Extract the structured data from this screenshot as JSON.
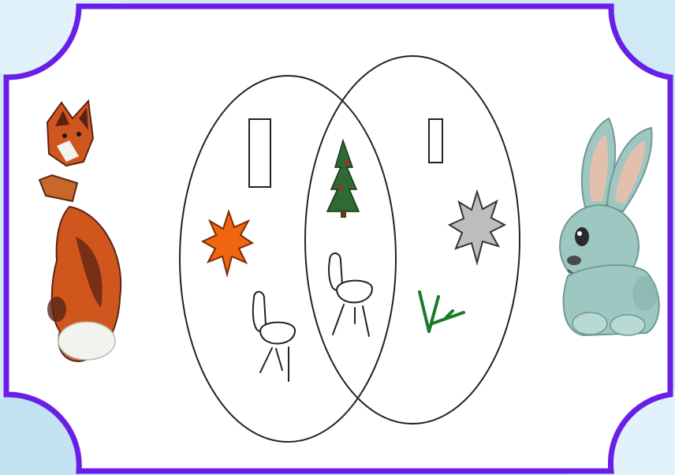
{
  "colors": {
    "background_sky": "#cfe9f6",
    "frame_border": "#6a1fe6",
    "frame_fill": "#ffffff",
    "circle_stroke": "#222222",
    "sun_fill": "#f2650f",
    "sun_stroke": "#7a2a05",
    "star_fill": "#bdbdbd",
    "tree_fill": "#2f6a34",
    "branch_color": "#1b7a2a",
    "fox_fur": "#d0561e",
    "fox_dark": "#5a2414",
    "fox_light": "#f2f2ee",
    "rabbit_fur": "#9fc7c1",
    "rabbit_shade": "#6f9995",
    "rabbit_ear_inner": "#e3c0ad"
  },
  "diagram": {
    "type": "venn",
    "sets": [
      {
        "name": "left-circle",
        "items": [
          "empty-rectangle",
          "orange-sun",
          "chair"
        ]
      },
      {
        "name": "right-circle",
        "items": [
          "small-empty-rectangle",
          "gray-star-blot",
          "green-twig"
        ]
      }
    ],
    "intersection": [
      "fir-tree",
      "chair"
    ]
  },
  "decorations": {
    "left": "fox",
    "right": "rabbit"
  }
}
